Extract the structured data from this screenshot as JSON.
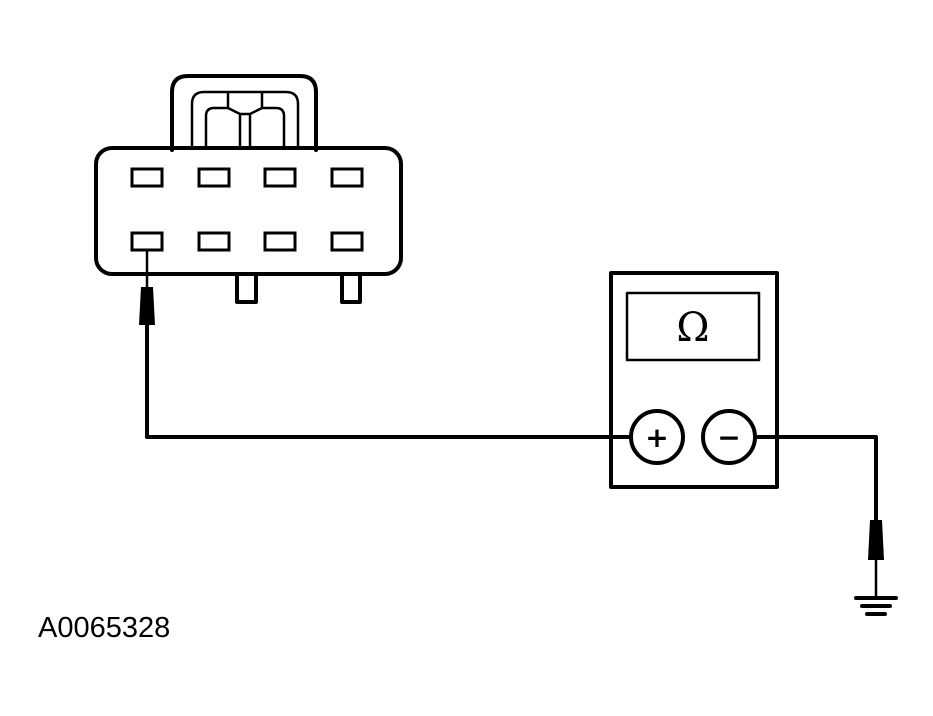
{
  "figure_id": "A0065328",
  "meter": {
    "display_symbol": "Ω",
    "positive_terminal": "+",
    "negative_terminal": "−"
  },
  "connector": {
    "pin_rows": 2,
    "pins_per_row": 4
  },
  "colors": {
    "line": "#000000",
    "background": "#ffffff"
  },
  "icons": [
    "connector-icon",
    "multimeter-icon",
    "probe-icon",
    "ground-symbol-icon"
  ]
}
